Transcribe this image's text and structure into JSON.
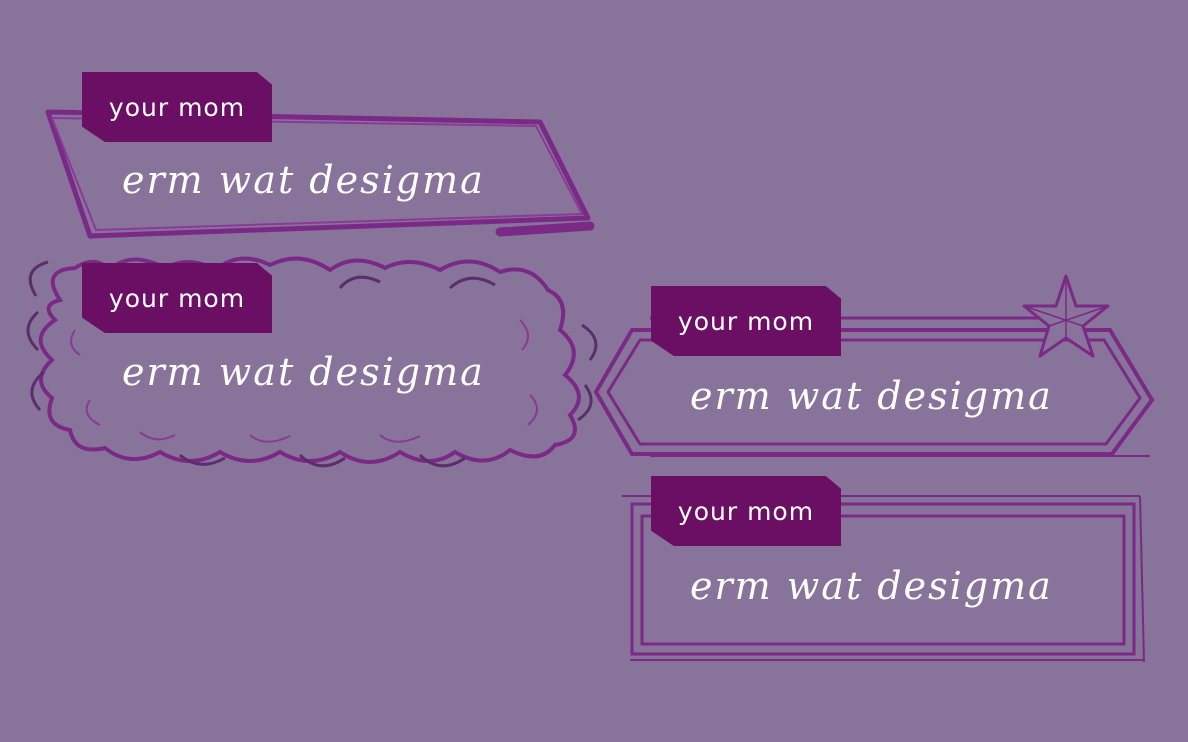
{
  "boxes": [
    {
      "style": "slanted",
      "name": "your mom",
      "text": "erm wat desigma"
    },
    {
      "style": "cloud",
      "name": "your mom",
      "text": "erm wat desigma"
    },
    {
      "style": "star-hexagon",
      "name": "your mom",
      "text": "erm wat desigma"
    },
    {
      "style": "double-rectangle",
      "name": "your mom",
      "text": "erm wat desigma"
    }
  ],
  "colors": {
    "background": "#88749a",
    "nametag": "#6a0f63",
    "frame_stroke": "#7a2a86",
    "frame_stroke_dark": "#5a2e6a",
    "text": "#ffffff"
  }
}
